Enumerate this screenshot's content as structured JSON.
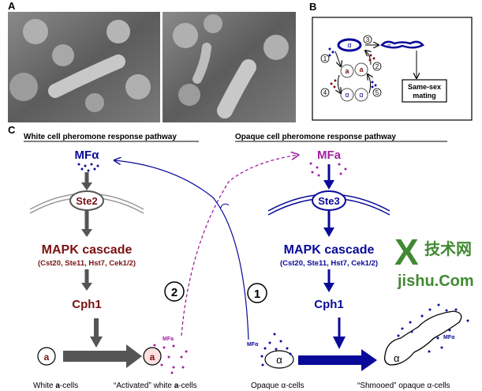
{
  "panels": {
    "a": "A",
    "b": "B",
    "c": "C"
  },
  "panel_b": {
    "steps": [
      "1",
      "2",
      "3",
      "4",
      "5"
    ],
    "alpha": "α",
    "a": "a",
    "outcome_line1": "Same-sex",
    "outcome_line2": "mating"
  },
  "panel_c": {
    "white_title": "White cell pheromone response pathway",
    "opaque_title": "Opaque cell pheromone response pathway",
    "white": {
      "pheromone": "MFα",
      "receptor": "Ste2",
      "cascade": "MAPK cascade",
      "components": "(Cst20, Ste11, Hst7, Cek1/2)",
      "tf": "Cph1",
      "cell_label": "a",
      "start_caption_pre": "White ",
      "start_caption_bold": "a",
      "start_caption_post": "-cells",
      "end_caption_pre": "“Activated” white ",
      "end_caption_bold": "a",
      "end_caption_post": "-cells",
      "secreted": "MFa"
    },
    "opaque": {
      "pheromone": "MFa",
      "receptor": "Ste3",
      "cascade": "MAPK cascade",
      "components": "(Cst20, Ste11, Hst7, Cek1/2)",
      "tf": "Cph1",
      "cell_label": "α",
      "start_caption": "Opaque α-cells",
      "end_caption": "“Shmooed” opaque α-cells",
      "secreted_start": "MFα",
      "secreted_end": "MFα"
    },
    "route_labels": [
      "1",
      "2"
    ]
  },
  "watermark": {
    "cn": "技术网",
    "latin": "Xjishu.Com"
  },
  "colors": {
    "white_pathway": "#7a1212",
    "opaque_pathway": "#0a0a9a",
    "mfa": "#a020a0",
    "arrow_gray": "#555555"
  }
}
